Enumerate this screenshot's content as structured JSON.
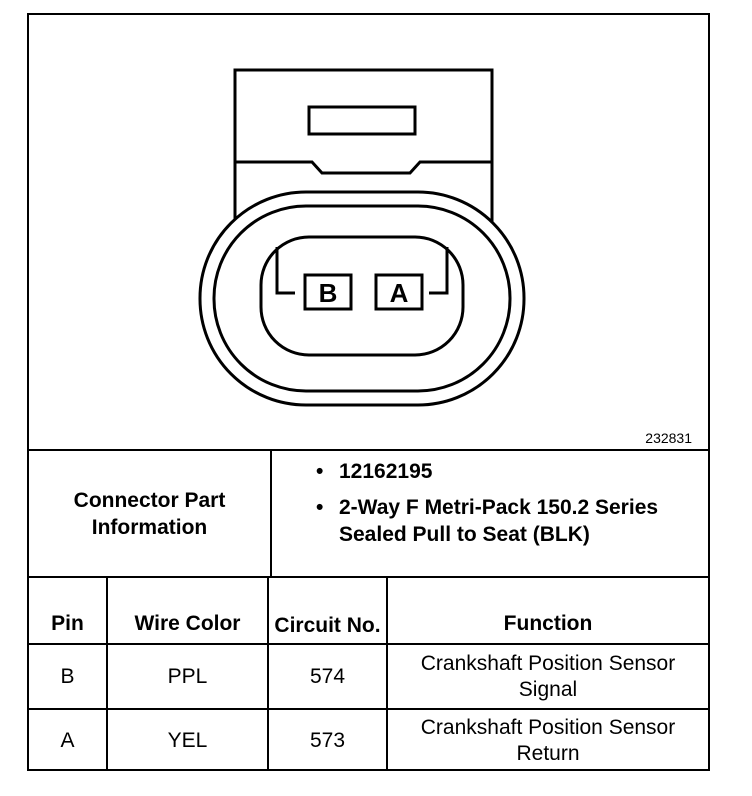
{
  "figure_number": "232831",
  "connector": {
    "pin_labels": [
      "B",
      "A"
    ]
  },
  "info": {
    "label": "Connector Part Information",
    "items": [
      "12162195",
      "2-Way F Metri-Pack 150.2 Series Sealed Pull to Seat (BLK)"
    ]
  },
  "table": {
    "headers": {
      "pin": "Pin",
      "wire_color": "Wire Color",
      "circuit_no": "Circuit No.",
      "function": "Function"
    },
    "rows": [
      {
        "pin": "B",
        "wire_color": "PPL",
        "circuit_no": "574",
        "function": "Crankshaft Position Sensor Signal"
      },
      {
        "pin": "A",
        "wire_color": "YEL",
        "circuit_no": "573",
        "function": "Crankshaft Position Sensor Return"
      }
    ]
  }
}
